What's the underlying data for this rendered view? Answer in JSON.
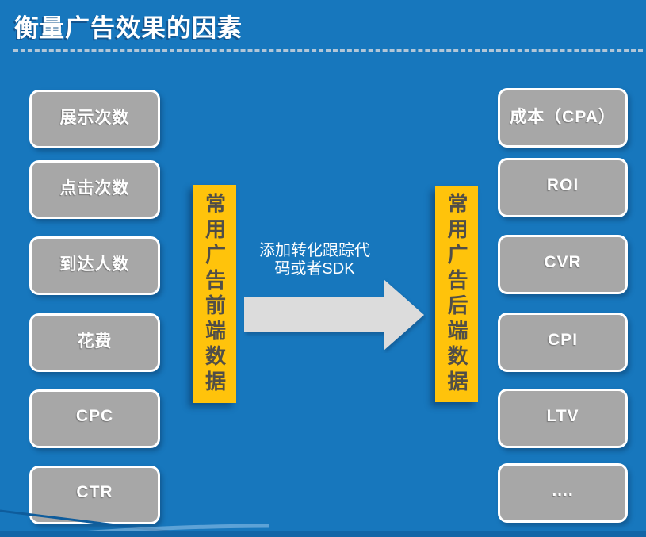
{
  "slide": {
    "title": "衡量广告效果的因素"
  },
  "front_metrics": {
    "bar_label": "常用广告前端数据",
    "items": [
      {
        "label": "展示次数"
      },
      {
        "label": "点击次数"
      },
      {
        "label": "到达人数"
      },
      {
        "label": "花费"
      },
      {
        "label": "CPC"
      },
      {
        "label": "CTR"
      }
    ]
  },
  "back_metrics": {
    "bar_label": "常用广告后端数据",
    "items": [
      {
        "label": "成本（CPA）"
      },
      {
        "label": "ROI"
      },
      {
        "label": "CVR"
      },
      {
        "label": "CPI"
      },
      {
        "label": "LTV"
      },
      {
        "label": "...."
      }
    ]
  },
  "transition": {
    "caption_line1": "添加转化跟踪代",
    "caption_line2": "码或者SDK",
    "arrow_icon": "right-arrow"
  },
  "colors": {
    "background": "#1777BD",
    "metric_box_gray": "#A7A7A7",
    "bar_yellow": "#FFC30B",
    "bar_text": "#514E47",
    "arrow_gray": "#DCDCDC",
    "bottom_strip": "#1265A7",
    "title_text": "#FFFFFF"
  }
}
